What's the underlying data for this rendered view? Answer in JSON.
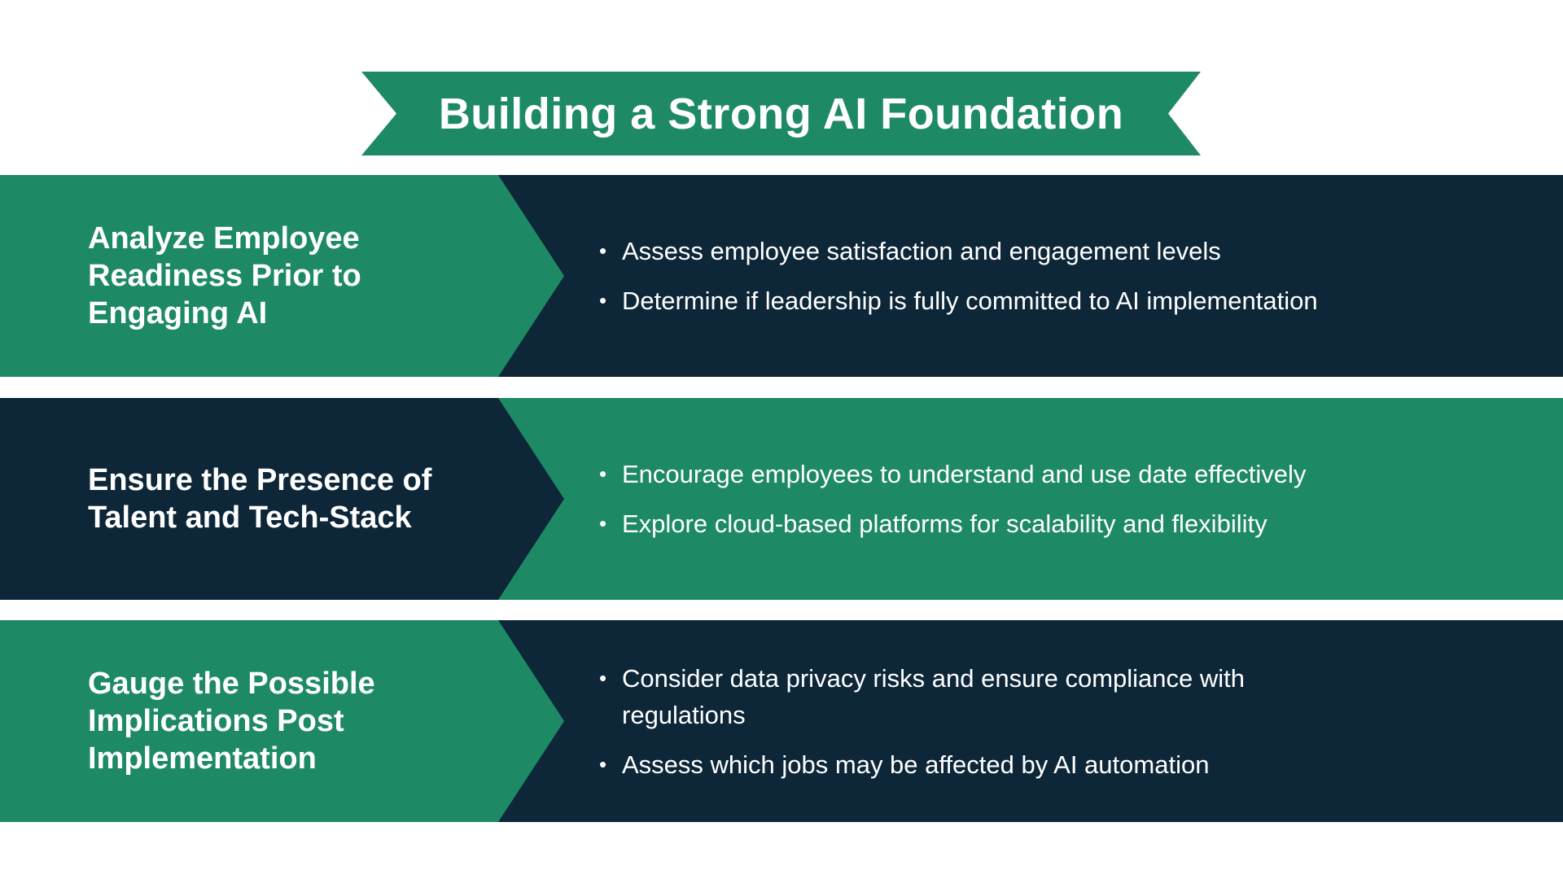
{
  "title": "Building a Strong AI Foundation",
  "colors": {
    "green": "#1e8a65",
    "navy": "#0d2739",
    "text": "#ffffff"
  },
  "rows": [
    {
      "heading": "Analyze Employee Readiness Prior to Engaging AI",
      "bullets": [
        "Assess employee satisfaction and engagement levels",
        "Determine if leadership is fully committed to AI implementation"
      ]
    },
    {
      "heading": "Ensure the Presence of Talent and Tech-Stack",
      "bullets": [
        "Encourage employees to understand and use date effectively",
        "Explore cloud-based platforms for scalability and flexibility"
      ]
    },
    {
      "heading": "Gauge the Possible Implications Post Implementation",
      "bullets": [
        "Consider data privacy risks and ensure compliance with regulations",
        "Assess which jobs may be affected by AI automation"
      ]
    }
  ]
}
